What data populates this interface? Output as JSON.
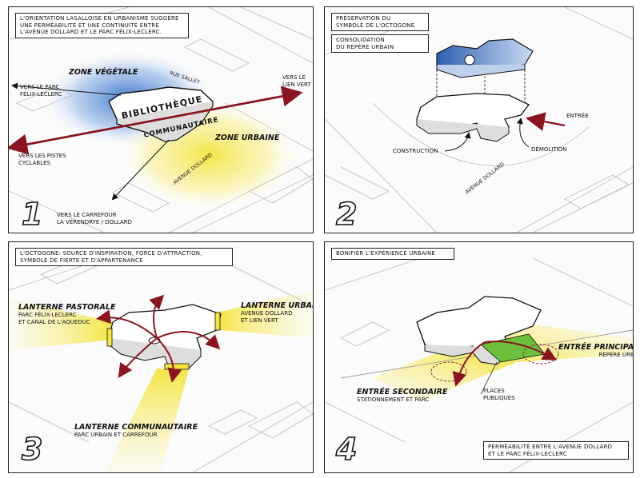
{
  "panels": [
    {
      "number": "1",
      "note": "L'orientation lasalloise en urbanisme suggère une perméabilité et une continuité entre l'avenue Dollard et le parc Félix-Leclerc.",
      "zone_vegetale": "Zone végétale",
      "zone_urbaine": "Zone urbaine",
      "rue_salley": "Rue Salley",
      "avenue_dollard": "Avenue Dollard",
      "vers_parc": "Vers le parc\nFélix-Leclerc",
      "vers_lien_vert": "Vers le\nlien vert",
      "vers_pistes": "Vers les pistes\ncyclables",
      "vers_carrefour": "Vers le carrefour\nla Vérendrye / Dollard",
      "bibliotheque": "Bibliothèque",
      "communautaire": "Communautaire"
    },
    {
      "number": "2",
      "note_1": "Préservation du\nsymbole de l'octogone",
      "note_2": "Consolidation\ndu repère urbain",
      "entree": "Entrée",
      "construction": "Construction",
      "demolition": "Démolition",
      "avenue_dollard": "Avenue Dollard"
    },
    {
      "number": "3",
      "note": "L'octogone: source d'inspiration, force d'attraction,\nsymbole de fierté et d'appartenance",
      "lanterne_pastorale": "Lanterne pastorale",
      "lanterne_pastorale_sub": "Parc Félix-Leclerc\net canal de l'Aqueduc",
      "lanterne_urbaine": "Lanterne urbaine",
      "lanterne_urbaine_sub": "Avenue Dollard\net lien vert",
      "lanterne_communautaire": "Lanterne communautaire",
      "lanterne_communautaire_sub": "Parc urbain et carrefour"
    },
    {
      "number": "4",
      "note": "Bonifier l'expérience urbaine",
      "entree_principale": "Entrée principale",
      "entree_principale_sub": "Repère urbain",
      "entree_secondaire": "Entrée secondaire",
      "entree_secondaire_sub": "Stationnement et parc",
      "places_publiques": "Places\npubliques",
      "note_bottom": "Perméabilité entre l'avenue Dollard\net le parc Félix-Leclerc"
    }
  ],
  "colors": {
    "blue": "#3f6fb8",
    "yellow": "#f5e64a",
    "red": "#8a1520",
    "green": "#6bbf3a"
  }
}
